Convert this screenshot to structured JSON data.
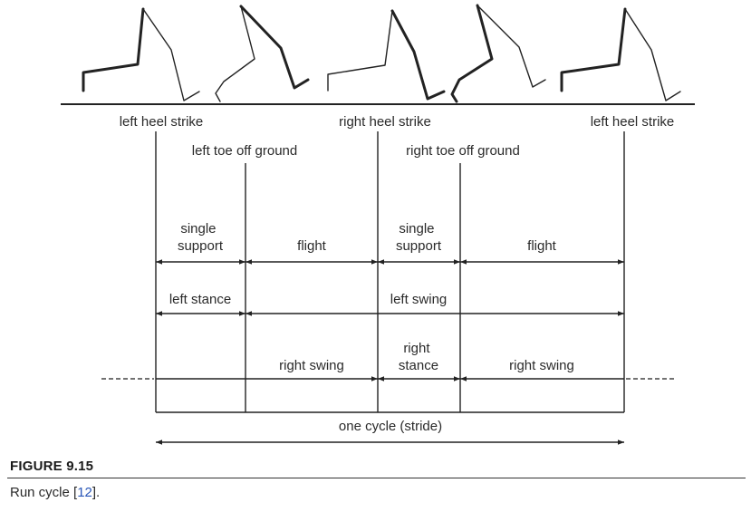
{
  "figure": {
    "label": "FIGURE 9.15",
    "caption_prefix": "Run cycle [",
    "caption_ref": "12",
    "caption_suffix": "]."
  },
  "events": {
    "left_heel_strike_1": "left heel strike",
    "right_heel_strike": "right heel strike",
    "left_heel_strike_2": "left heel strike",
    "left_toe_off": "left toe off ground",
    "right_toe_off": "right toe off ground"
  },
  "phases": {
    "single_support_1": [
      "single",
      "support"
    ],
    "flight_1": "flight",
    "single_support_2": [
      "single",
      "support"
    ],
    "flight_2": "flight",
    "left_stance": "left stance",
    "left_swing": "left swing",
    "right_swing_1": "right swing",
    "right_stance": [
      "right",
      "stance"
    ],
    "right_swing_2": "right swing",
    "cycle": "one cycle (stride)"
  }
}
